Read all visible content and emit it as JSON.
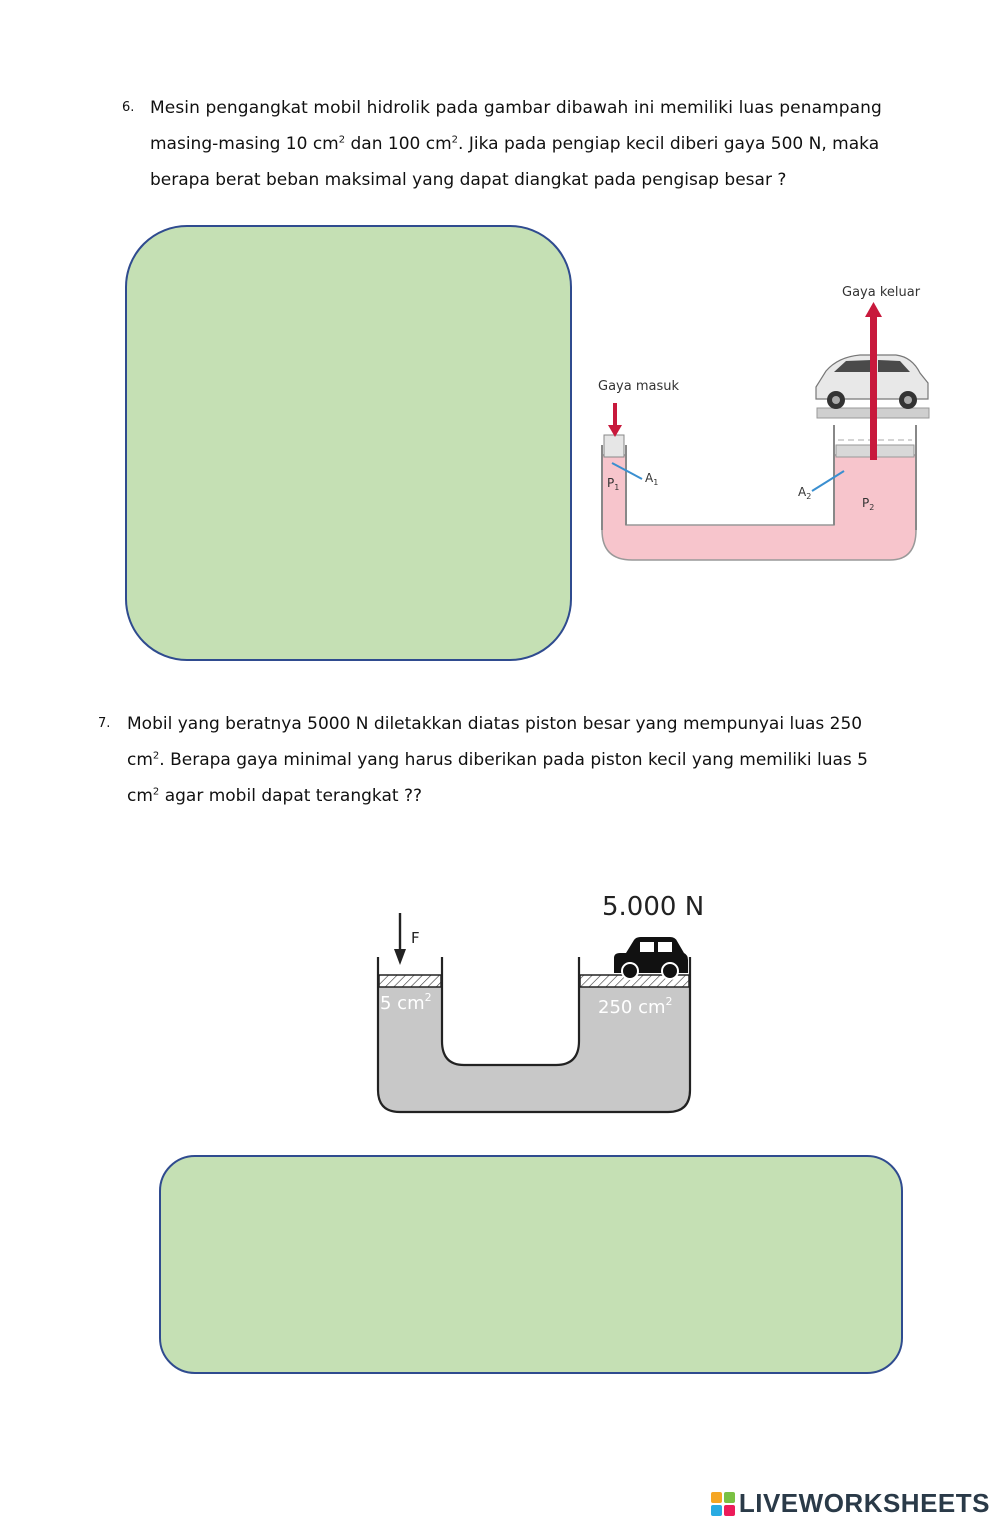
{
  "q6": {
    "number": "6.",
    "line1": "Mesin pengangkat mobil hidrolik pada gambar dibawah ini memiliki luas penampang",
    "line2a": "masing-masing 10 cm",
    "line2b": " dan 100 cm",
    "line2c": ". Jika pada pengiap kecil diberi gaya 500 N, maka",
    "line3": "berapa berat beban maksimal yang dapat diangkat pada pengisap besar ?",
    "sup": "2"
  },
  "fig6": {
    "output_label": "Gaya keluar",
    "input_label": "Gaya masuk",
    "a1": "A",
    "a1_sub": "1",
    "a2": "A",
    "a2_sub": "2",
    "p1": "P",
    "p1_sub": "1",
    "p2": "P",
    "p2_sub": "2"
  },
  "q7": {
    "number": "7.",
    "line1": "Mobil yang beratnya 5000 N diletakkan diatas piston besar yang mempunyai luas 250",
    "line2a": "cm",
    "line2b": ". Berapa gaya minimal yang harus diberikan pada piston kecil yang memiliki luas 5",
    "line3a": "cm",
    "line3b": " agar mobil dapat terangkat ??",
    "sup": "2"
  },
  "fig7": {
    "weight_label": "5.000 N",
    "force_label": "F",
    "small_area": "5 cm",
    "large_area": "250 cm",
    "sup": "2"
  },
  "colors": {
    "answer_fill": "#c5e0b4",
    "answer_border": "#2f4b8f",
    "fluid_pink": "#f7c5cc",
    "arrow_red": "#c8193c",
    "fluid_grey": "#c8c8c8"
  },
  "watermark": {
    "text": "LIVEWORKSHEETS",
    "icon": "liveworksheets-logo-icon"
  }
}
